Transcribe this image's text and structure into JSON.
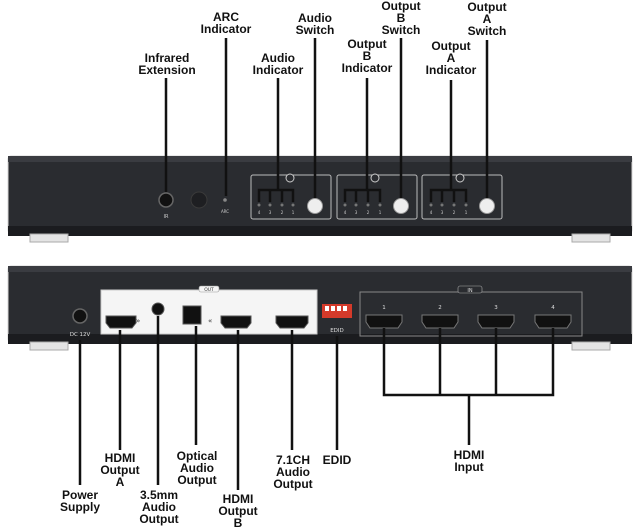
{
  "front_panel": {
    "labels": {
      "infrared_extension": "Infrared\nExtension",
      "arc_indicator": "ARC\nIndicator",
      "audio_indicator": "Audio\nIndicator",
      "audio_switch": "Audio\nSwitch",
      "output_b_indicator": "Output\nB\nIndicator",
      "output_b_switch": "Output\nB\nSwitch",
      "output_a_indicator": "Output\nA\nIndicator",
      "output_a_switch": "Output\nA\nSwitch"
    },
    "ir_port_label": "IR",
    "arc_led_label": "ARC",
    "led_numbers": [
      "4",
      "3",
      "2",
      "1"
    ]
  },
  "rear_panel": {
    "labels": {
      "power_supply": "Power\nSupply",
      "hdmi_output_a": "HDMI\nOutput\nA",
      "audio_3_5mm_output": "3.5mm\nAudio\nOutput",
      "optical_audio_output": "Optical\nAudio\nOutput",
      "hdmi_output_b": "HDMI\nOutput\nB",
      "audio_7_1ch_output": "7.1CH\nAudio\nOutput",
      "edid": "EDID",
      "hdmi_input": "HDMI\nInput"
    },
    "dc_label": "DC 12V",
    "out_group_label": "OUT",
    "in_group_label": "IN",
    "edid_label": "EDID",
    "in_port_numbers": [
      "1",
      "2",
      "3",
      "4"
    ]
  }
}
